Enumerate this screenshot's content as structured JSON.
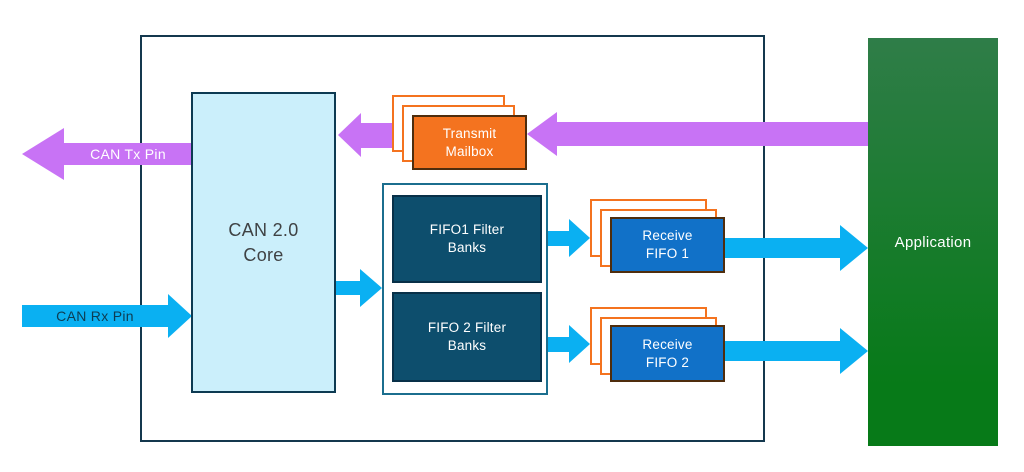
{
  "colors": {
    "purple": "#c873f5",
    "blue": "#0ab0f2",
    "orange": "#f4731f",
    "teal_dark": "#0d4e6d",
    "teal_border": "#1b6e8e",
    "core_fill": "#cbeffb",
    "navy": "#14384e",
    "brown_border": "#4f2d0d",
    "receive_blue": "#1171c8",
    "green_top": "#2f7d48",
    "green_bottom": "#077a18",
    "rx_label_color": "#0e3c52",
    "core_text": "#3f4244"
  },
  "pins": {
    "tx": {
      "label": "CAN Tx Pin"
    },
    "rx": {
      "label": "CAN Rx Pin"
    }
  },
  "blocks": {
    "can_core": {
      "line1": "CAN 2.0",
      "line2": "Core"
    },
    "transmit_mailbox": {
      "line1": "Transmit",
      "line2": "Mailbox"
    },
    "filter_banks": {
      "fifo1": {
        "line1": "FIFO1 Filter",
        "line2": "Banks"
      },
      "fifo2": {
        "line1": "FIFO 2 Filter",
        "line2": "Banks"
      }
    },
    "receive_fifo1": {
      "line1": "Receive",
      "line2": "FIFO 1"
    },
    "receive_fifo2": {
      "line1": "Receive",
      "line2": "FIFO 2"
    },
    "application": {
      "label": "Application"
    }
  }
}
